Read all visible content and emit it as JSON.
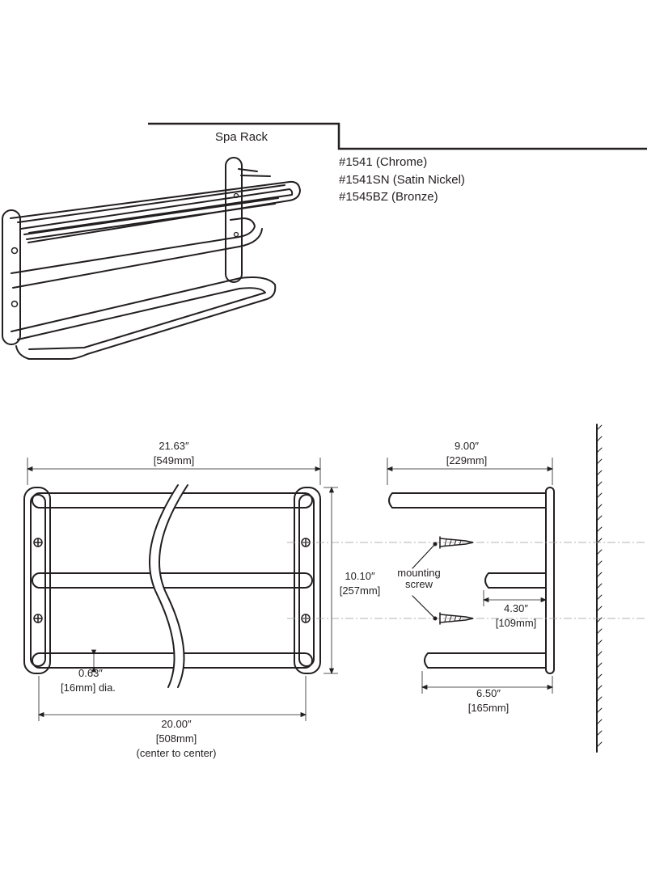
{
  "header": {
    "title": "Spa Rack",
    "models": [
      "#1541 (Chrome)",
      "#1541SN (Satin Nickel)",
      "#1545BZ (Bronze)"
    ]
  },
  "front_view": {
    "overall_width": "21.63″",
    "overall_width_mm": "[549mm]",
    "height": "10.10″",
    "height_mm": "[257mm]",
    "tube_diameter": "0.63″",
    "tube_diameter_mm": "[16mm] dia.",
    "center_width": "20.00″",
    "center_width_mm": "[508mm]",
    "center_note": "(center to center)"
  },
  "side_view": {
    "top_depth": "9.00″",
    "top_depth_mm": "[229mm]",
    "middle_depth": "4.30″",
    "middle_depth_mm": "[109mm]",
    "bottom_depth": "6.50″",
    "bottom_depth_mm": "[165mm]",
    "screw_label_line1": "mounting",
    "screw_label_line2": "screw"
  },
  "colors": {
    "line": "#231f20",
    "background": "#ffffff",
    "guide": "#9a9a9a"
  }
}
